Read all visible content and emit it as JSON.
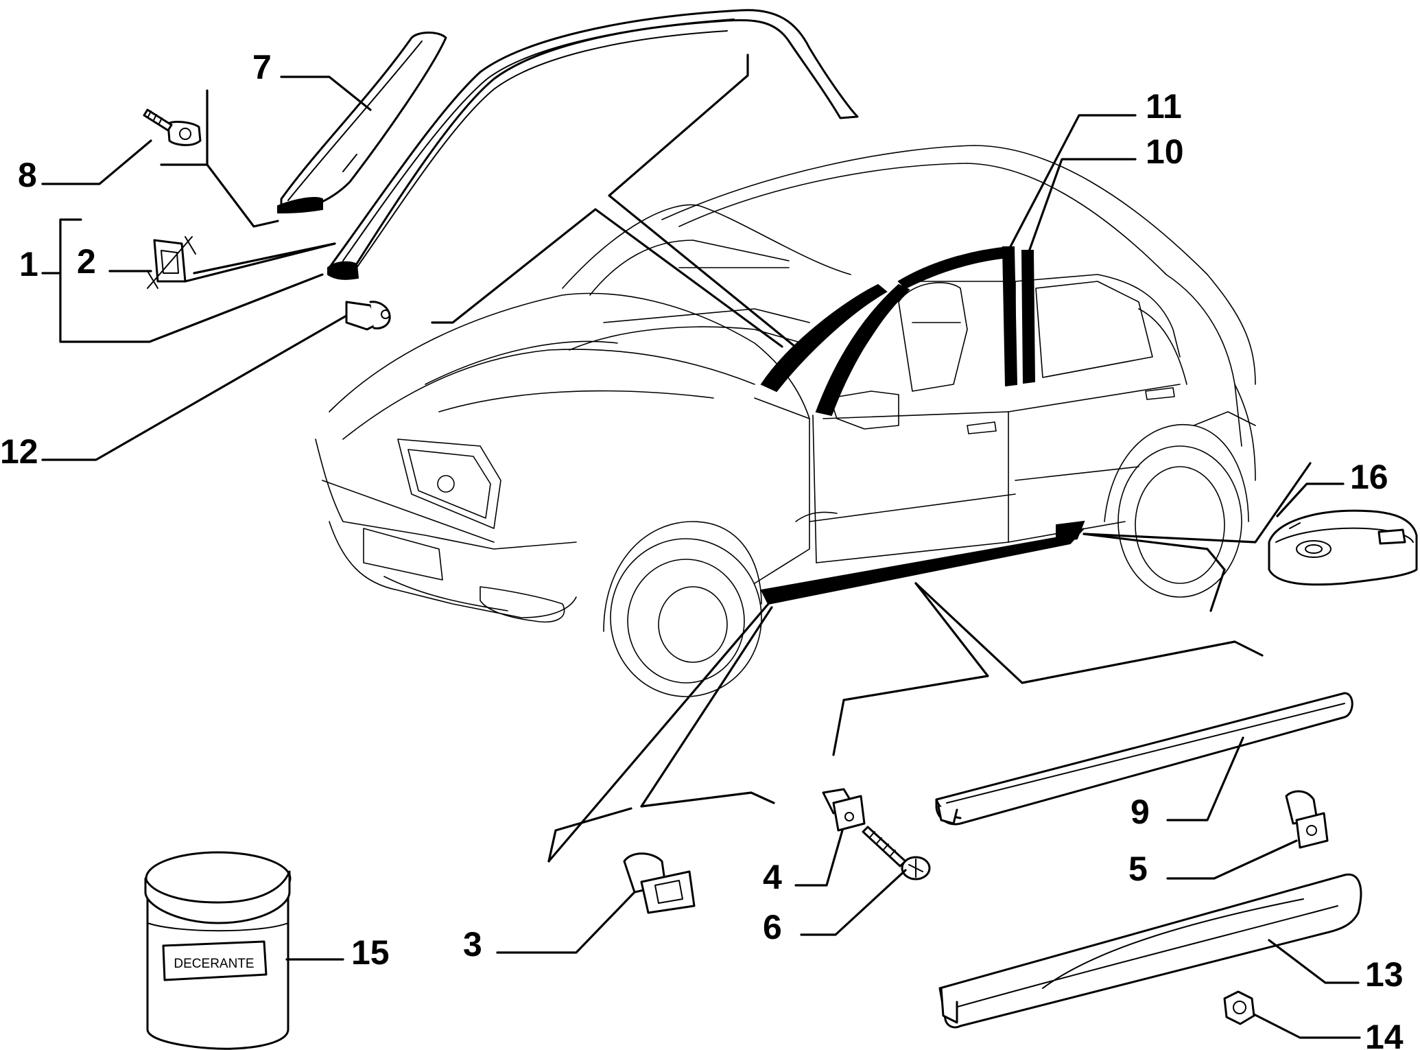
{
  "callouts": {
    "c1": "1",
    "c2": "2",
    "c3": "3",
    "c4": "4",
    "c5": "5",
    "c6": "6",
    "c7": "7",
    "c8": "8",
    "c9": "9",
    "c10": "10",
    "c11": "11",
    "c12": "12",
    "c13": "13",
    "c14": "14",
    "c15": "15",
    "c16": "16"
  },
  "jar_label": "DECERANTE"
}
